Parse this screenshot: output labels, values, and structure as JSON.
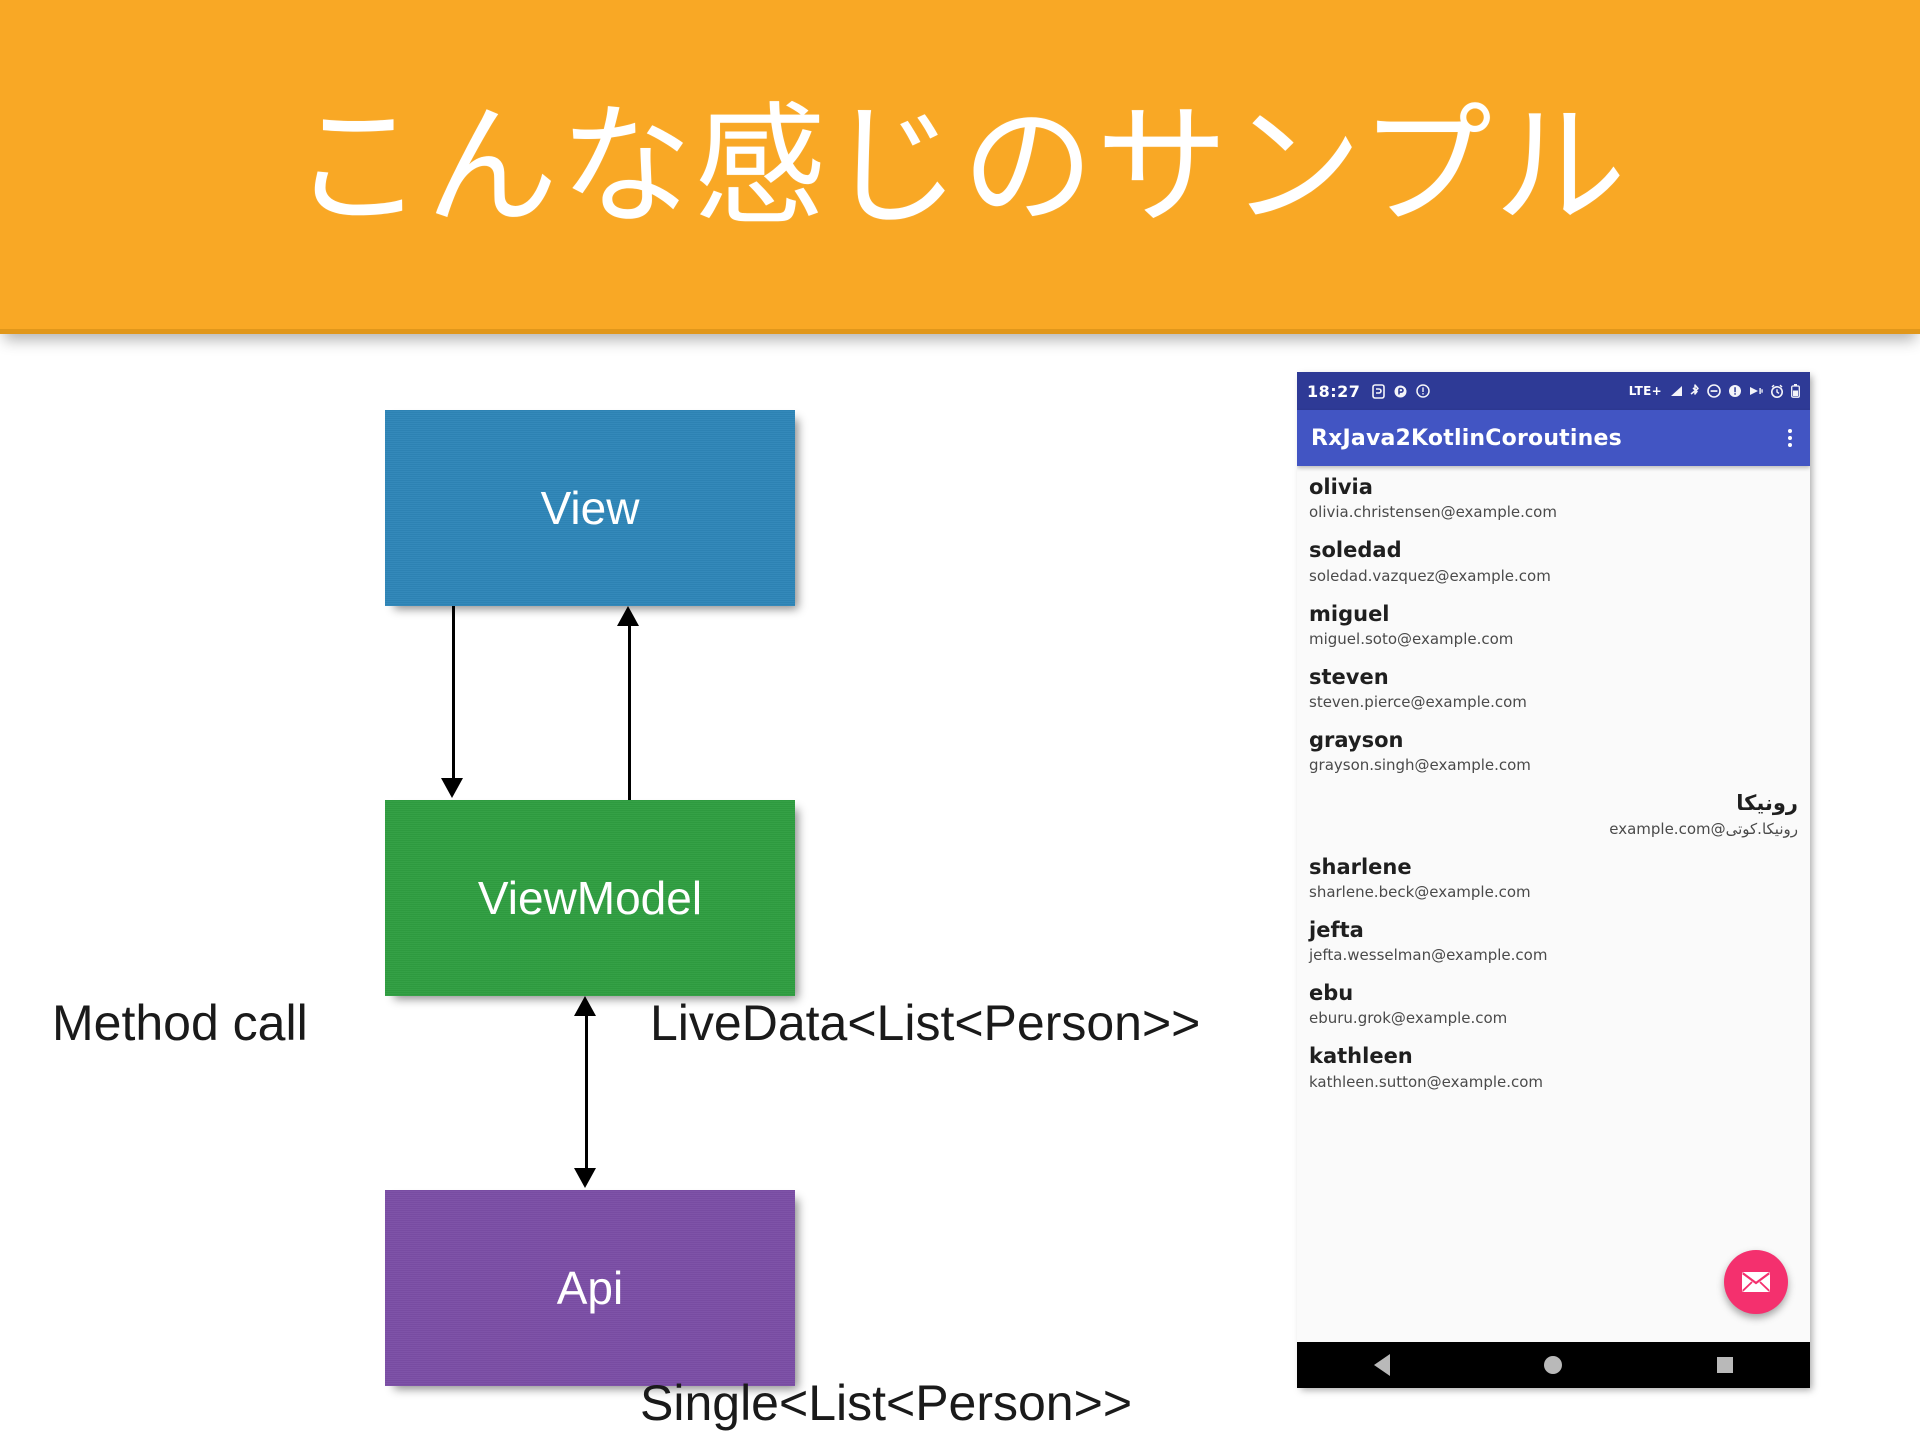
{
  "slide": {
    "title": "こんな感じのサンプル",
    "banner_color": "#F9A825"
  },
  "diagram": {
    "nodes": [
      {
        "label": "View",
        "color": "#2E86B8"
      },
      {
        "label": "ViewModel",
        "color": "#2F9E41"
      },
      {
        "label": "Api",
        "color": "#7B4EA6"
      }
    ],
    "edge_labels": {
      "method_call": "Method call",
      "livedata": "LiveData<List<Person>>",
      "single": "Single<List<Person>>"
    }
  },
  "phone": {
    "statusbar": {
      "time": "18:27",
      "network_label": "LTE+",
      "left_icons": [
        "screenshot-icon",
        "parking-p-icon",
        "info-circle-icon"
      ],
      "right_icons": [
        "signal-icon",
        "bluetooth-icon",
        "do-not-disturb-icon",
        "volume-icon",
        "vibrate-icon",
        "alarm-icon",
        "battery-icon"
      ]
    },
    "appbar": {
      "title": "RxJava2KotlinCoroutines",
      "overflow_icon": "overflow-menu-icon",
      "background": "#4255C3"
    },
    "fab": {
      "icon": "envelope-icon",
      "color": "#F4306E"
    },
    "navbar": {
      "back": "back-triangle-icon",
      "home": "home-circle-icon",
      "recents": "recents-square-icon"
    },
    "list": [
      {
        "name": "olivia",
        "email": "olivia.christensen@example.com",
        "rtl": false
      },
      {
        "name": "soledad",
        "email": "soledad.vazquez@example.com",
        "rtl": false
      },
      {
        "name": "miguel",
        "email": "miguel.soto@example.com",
        "rtl": false
      },
      {
        "name": "steven",
        "email": "steven.pierce@example.com",
        "rtl": false
      },
      {
        "name": "grayson",
        "email": "grayson.singh@example.com",
        "rtl": false
      },
      {
        "name": "رونیکا",
        "email": "رونیکا.کوتی@example.com",
        "rtl": true
      },
      {
        "name": "sharlene",
        "email": "sharlene.beck@example.com",
        "rtl": false
      },
      {
        "name": "jefta",
        "email": "jefta.wesselman@example.com",
        "rtl": false
      },
      {
        "name": "ebu",
        "email": "eburu.grok@example.com",
        "rtl": false
      },
      {
        "name": "kathleen",
        "email": "kathleen.sutton@example.com",
        "rtl": false
      }
    ]
  }
}
